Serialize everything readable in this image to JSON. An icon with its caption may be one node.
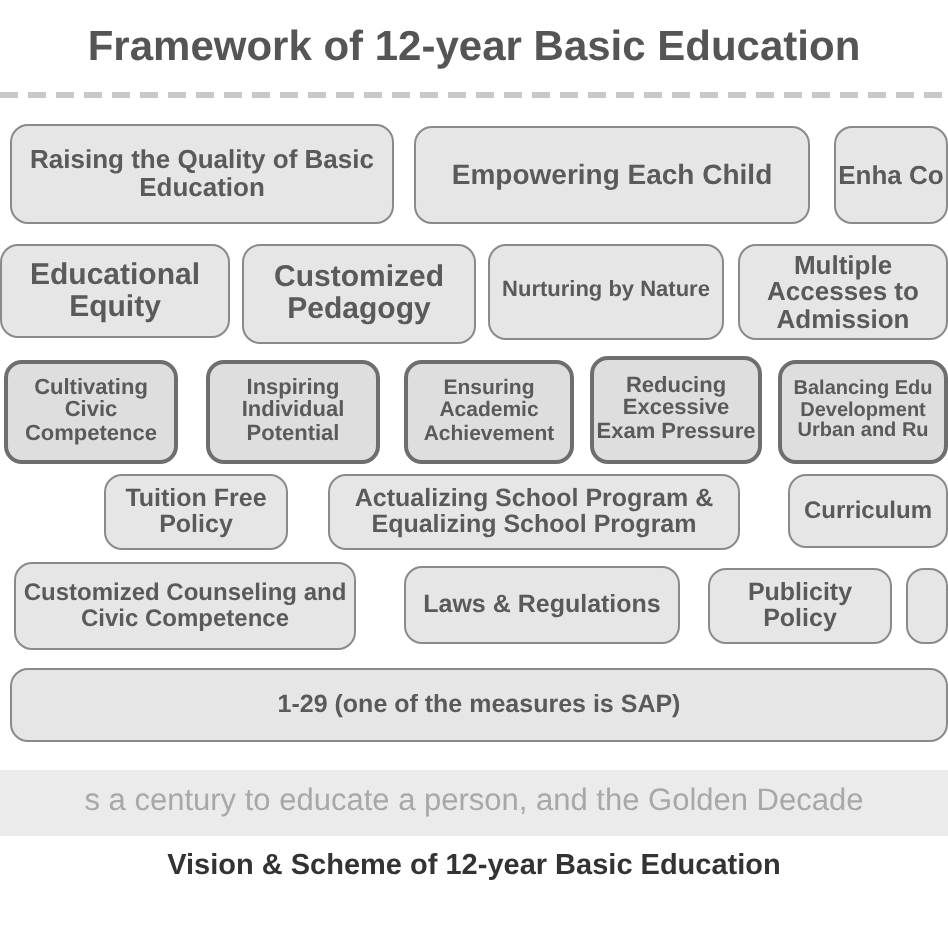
{
  "diagram": {
    "title": "Framework of 12-year Basic Education",
    "caption": "Vision & Scheme of 12-year Basic Education",
    "nodes": [
      {
        "text": [
          "Raising the Quality of Basic Education"
        ]
      },
      {
        "text": [
          "Empowering Each Child"
        ]
      },
      {
        "text": [
          "Enha Co"
        ]
      },
      {
        "text": [
          "Educational Equity"
        ]
      },
      {
        "text": [
          "Customized Pedagogy"
        ]
      },
      {
        "text": [
          "Nurturing by Nature"
        ]
      },
      {
        "text": [
          "Multiple Accesses to Admission"
        ]
      },
      {
        "text": [
          "Cultivating Civic Competence"
        ]
      },
      {
        "text": [
          "Inspiring Individual Potential"
        ]
      },
      {
        "text": [
          "Ensuring Academic Achievement"
        ]
      },
      {
        "text": [
          "Reducing Excessive Exam Pressure"
        ]
      },
      {
        "text": [
          "Balancing Edu Development Urban and Ru"
        ]
      },
      {
        "text": [
          "Tuition Free Policy"
        ]
      },
      {
        "text": [
          "Actualizing School Program & Equalizing School Program"
        ]
      },
      {
        "text": [
          "Curriculum"
        ]
      },
      {
        "text": [
          "Customized Counseling and Civic Competence"
        ]
      },
      {
        "text": [
          "Laws & Regulations"
        ]
      },
      {
        "text": [
          "Publicity Policy"
        ]
      },
      {
        "text": [],
        "shape": "box"
      },
      {
        "text": [
          "1-29 (one of the measures is SAP)"
        ]
      },
      {
        "text": [
          "s a century to educate a person, and the Golden Decade"
        ]
      }
    ]
  }
}
